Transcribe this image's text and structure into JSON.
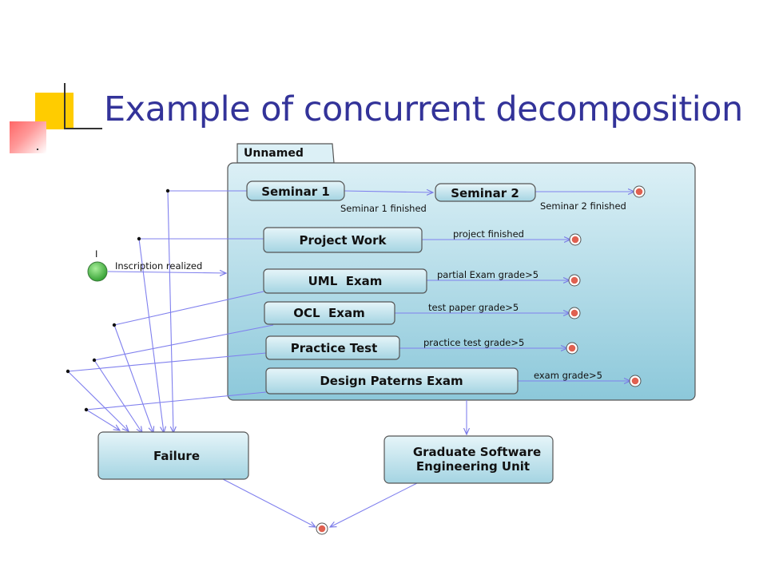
{
  "slide": {
    "title": "Example of concurrent decomposition"
  },
  "diagram": {
    "composite_name": "Unnamed",
    "states": {
      "seminar1": "Seminar 1",
      "seminar2": "Seminar 2",
      "project": "Project Work",
      "uml": "UML  Exam",
      "ocl": "OCL  Exam",
      "practice": "Practice Test",
      "design": "Design Paterns Exam",
      "failure": "Failure",
      "graduate_line1": "Graduate Software",
      "graduate_line2": "Engineering Unit"
    },
    "transitions": {
      "seminar1_finished": "Seminar 1 finished",
      "seminar2_finished": "Seminar 2 finished",
      "project_finished": "project finished",
      "uml": "partial Exam grade>5",
      "ocl": "test paper grade>5",
      "practice": "practice test grade>5",
      "design": "exam grade>5",
      "inscription": "Inscription realized"
    },
    "initial_label": "I",
    "colors": {
      "title": "#333399",
      "arrow": "#8080ee",
      "initial": "#33aa33",
      "final": "#e06050"
    }
  }
}
